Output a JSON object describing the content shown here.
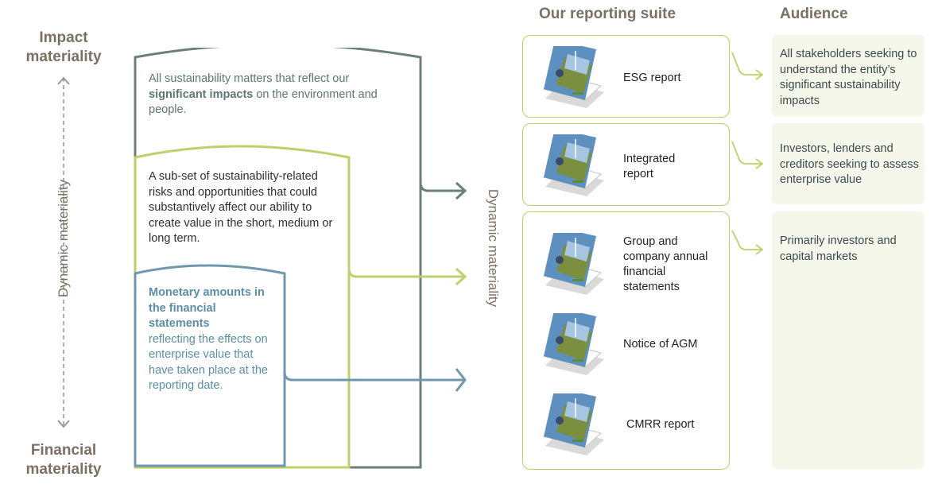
{
  "left_axis": {
    "top_label": "Impact\nmateriality",
    "bottom_label": "Financial\nmateriality",
    "vertical_label": "Dynamic materiality"
  },
  "shapes": {
    "outer": {
      "text_before": "All sustainability matters that reflect our ",
      "text_bold": "significant impacts",
      "text_after": " on the environment and people."
    },
    "middle": {
      "text": "A sub-set of sustainability-related risks and opportunities that could substantively affect our ability to create value in the short, medium or long term."
    },
    "inner": {
      "text_bold": "Monetary amounts in the financial statements",
      "text": "reflecting the effects on enterprise value that have taken place at the reporting date."
    }
  },
  "middle_label": "Dynamic materiality",
  "columns": {
    "reporting_suite": "Our reporting suite",
    "audience": "Audience"
  },
  "reports": [
    {
      "label": "ESG report"
    },
    {
      "label": "Integrated report"
    },
    {
      "label": "Group and company annual financial statements"
    },
    {
      "label": "Notice of AGM"
    },
    {
      "label": "CMRR report"
    }
  ],
  "audiences": [
    {
      "text": "All stakeholders seeking to understand the entity’s significant sustainability impacts"
    },
    {
      "text": "Investors, lenders and creditors seeking to assess enterprise value"
    },
    {
      "text": "Primarily investors and capital markets"
    }
  ],
  "colors": {
    "grey": "#5d7672",
    "green": "#b9d36a",
    "blue": "#6f98ad",
    "brown": "#7c6f64",
    "audience_bg": "#f4f7e9"
  }
}
